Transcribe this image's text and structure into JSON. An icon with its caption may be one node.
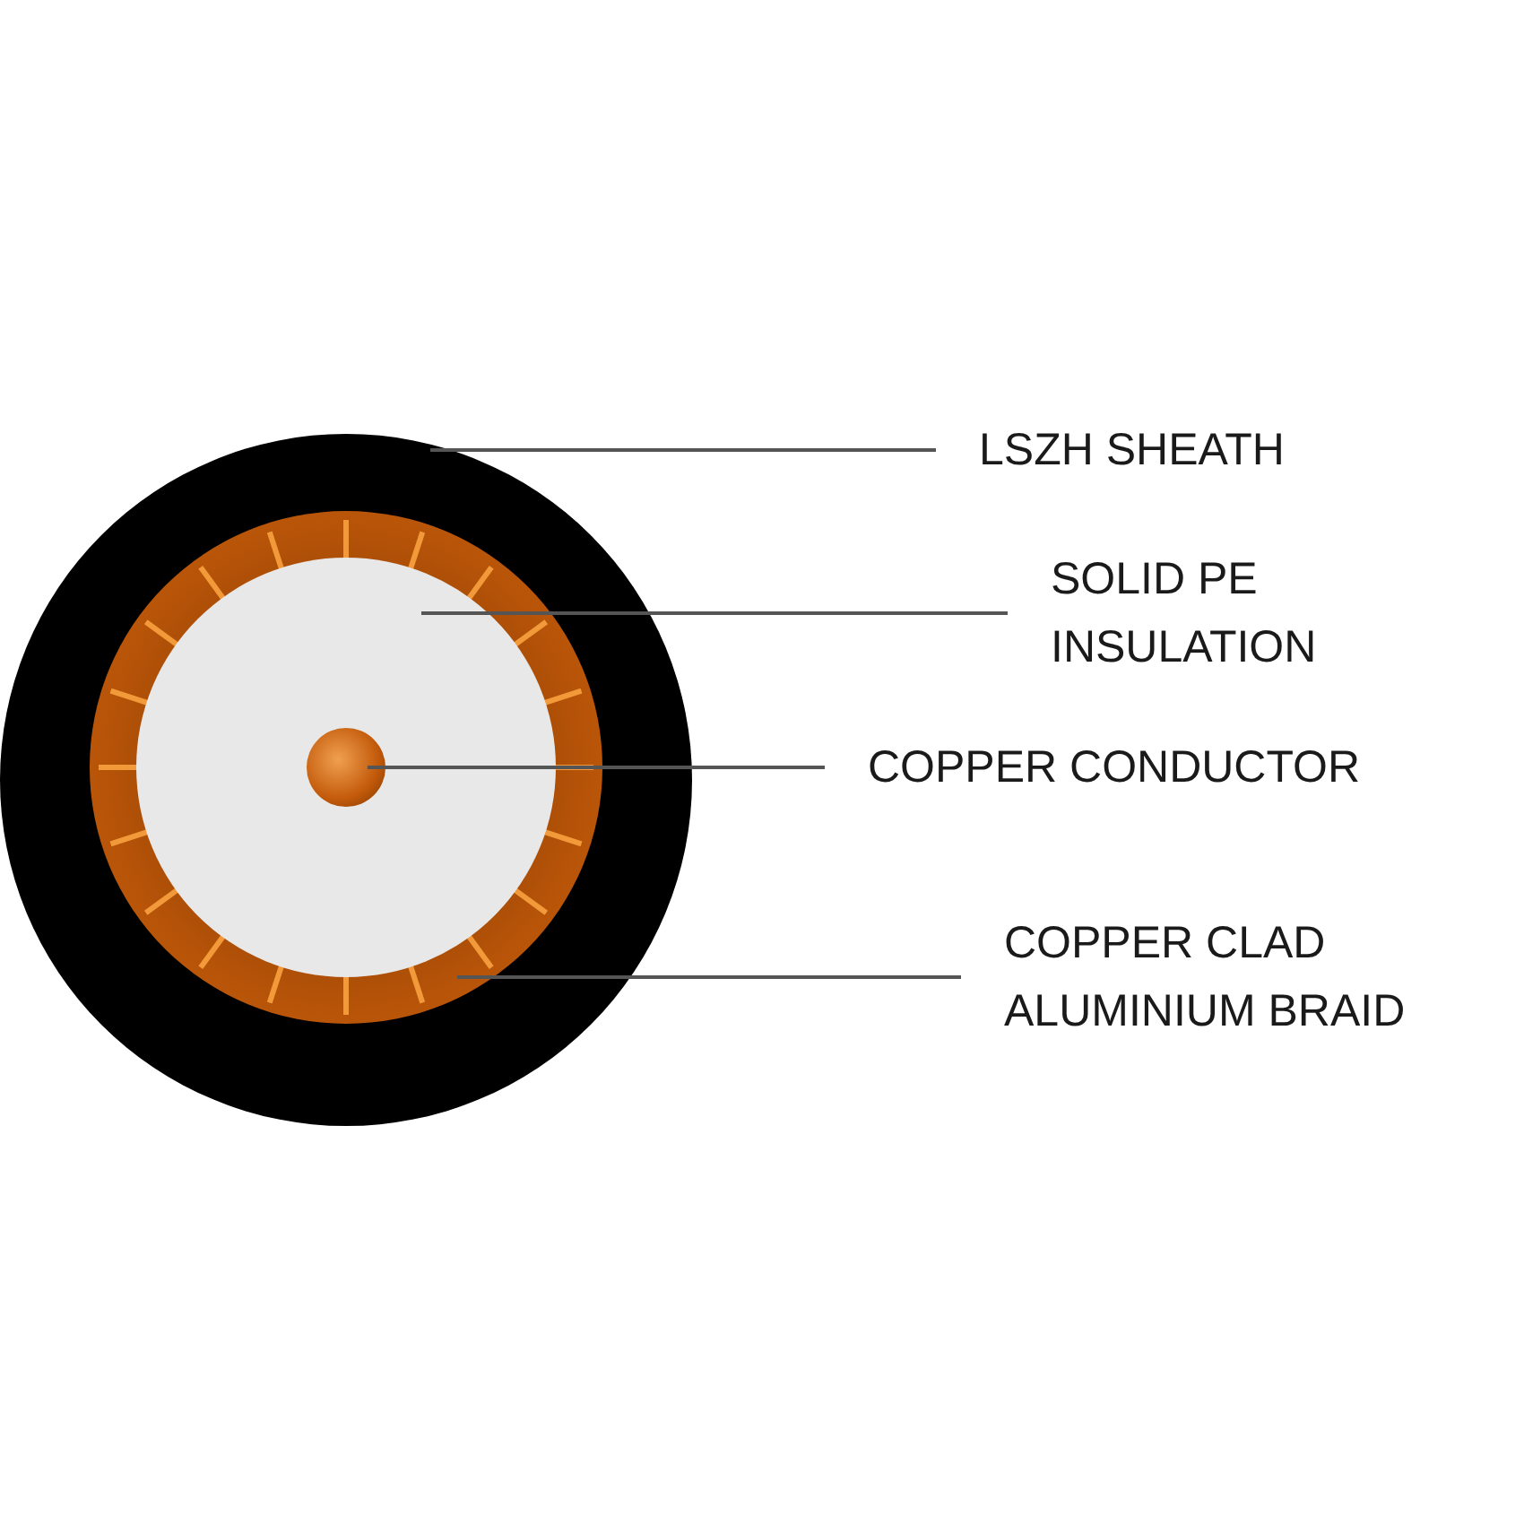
{
  "diagram": {
    "nodes": [
      {
        "text": [],
        "shape": "circle"
      },
      {
        "text": [],
        "shape": "circle",
        "in": 0
      },
      {
        "text": [],
        "shape": "circle",
        "in": 1
      },
      {
        "text": [],
        "shape": "circle",
        "in": 2
      },
      {
        "text": [
          "LSZH SHEATH"
        ]
      },
      {
        "text": [
          "SOLID PE INSULATION"
        ]
      },
      {
        "text": [
          "COPPER CONDUCTOR"
        ]
      },
      {
        "text": [
          "COPPER CLAD ALUMINIUM BRAID"
        ]
      }
    ],
    "edges": [
      {
        "from": 4,
        "to": 0,
        "arrow": "none"
      },
      {
        "from": 5,
        "to": 2,
        "arrow": "none"
      },
      {
        "from": 6,
        "to": 3,
        "arrow": "none"
      },
      {
        "from": 7,
        "to": 1,
        "arrow": "none"
      }
    ]
  }
}
